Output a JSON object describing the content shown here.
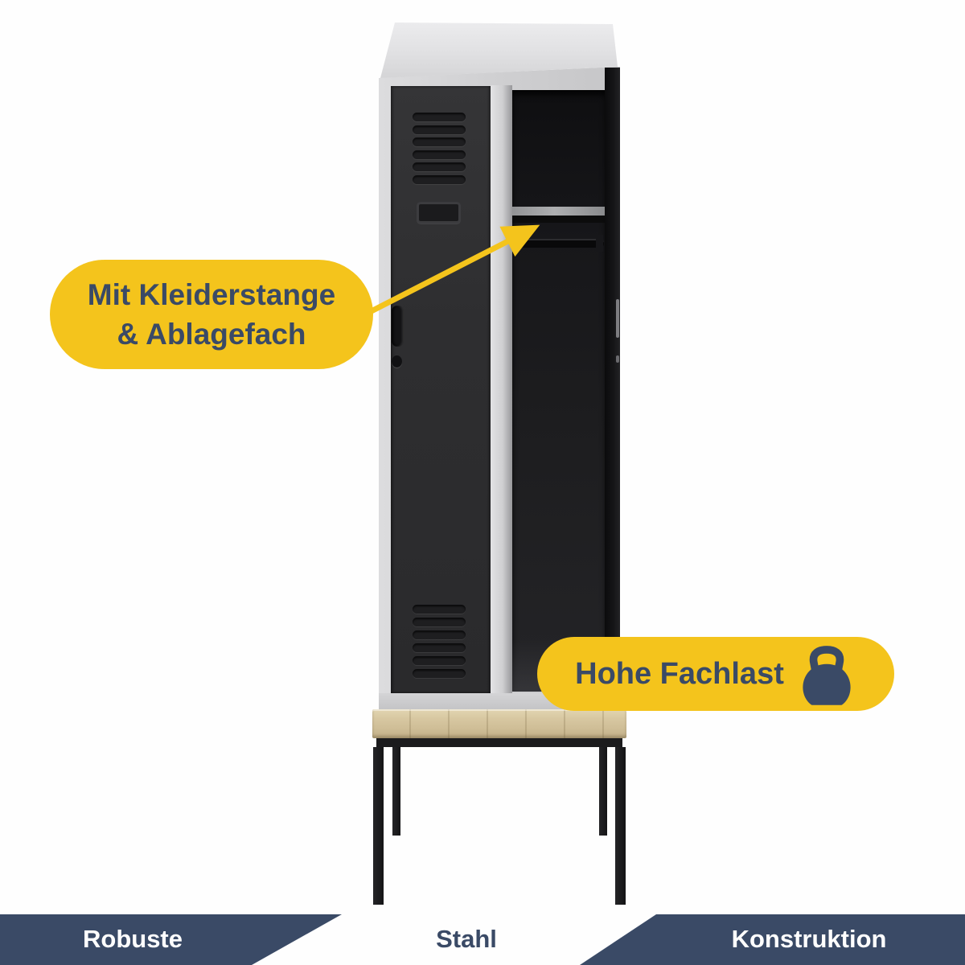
{
  "colors": {
    "accent_yellow": "#f4c41c",
    "navy": "#3a4a66",
    "locker_door": "#2e2e30",
    "frame_gray": "#cfcfd1",
    "wood": "#d8c8a2"
  },
  "annotations": {
    "feature": {
      "line1": "Mit Kleiderstange",
      "line2": "& Ablagefach"
    },
    "load": {
      "label": "Hohe Fachlast",
      "icon": "kettlebell-icon"
    }
  },
  "footer": {
    "segments": [
      {
        "label": "Robuste",
        "variant": "navy"
      },
      {
        "label": "Stahl",
        "variant": "light"
      },
      {
        "label": "Konstruktion",
        "variant": "navy"
      }
    ]
  }
}
